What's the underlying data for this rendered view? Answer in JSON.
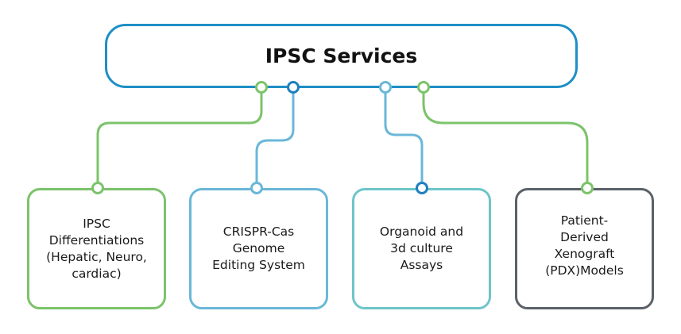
{
  "title": "IPSC Services",
  "colors": {
    "root_border": "#1e8fc6",
    "green": "#7cc36b",
    "light_blue": "#6ab7d9",
    "dark_blue": "#1e80c0",
    "teal": "#6ec5c9",
    "gray": "#5b6168"
  },
  "services": [
    {
      "label": "IPSC\nDifferentiations\n(Hepatic, Neuro,\ncardiac)",
      "color": "green"
    },
    {
      "label": "CRISPR-Cas\nGenome\nEditing System",
      "color": "light_blue"
    },
    {
      "label": "Organoid and\n3d culture\nAssays",
      "color": "teal"
    },
    {
      "label": "Patient-\nDerived\nXenograft\n(PDX)Models",
      "color": "gray"
    }
  ]
}
